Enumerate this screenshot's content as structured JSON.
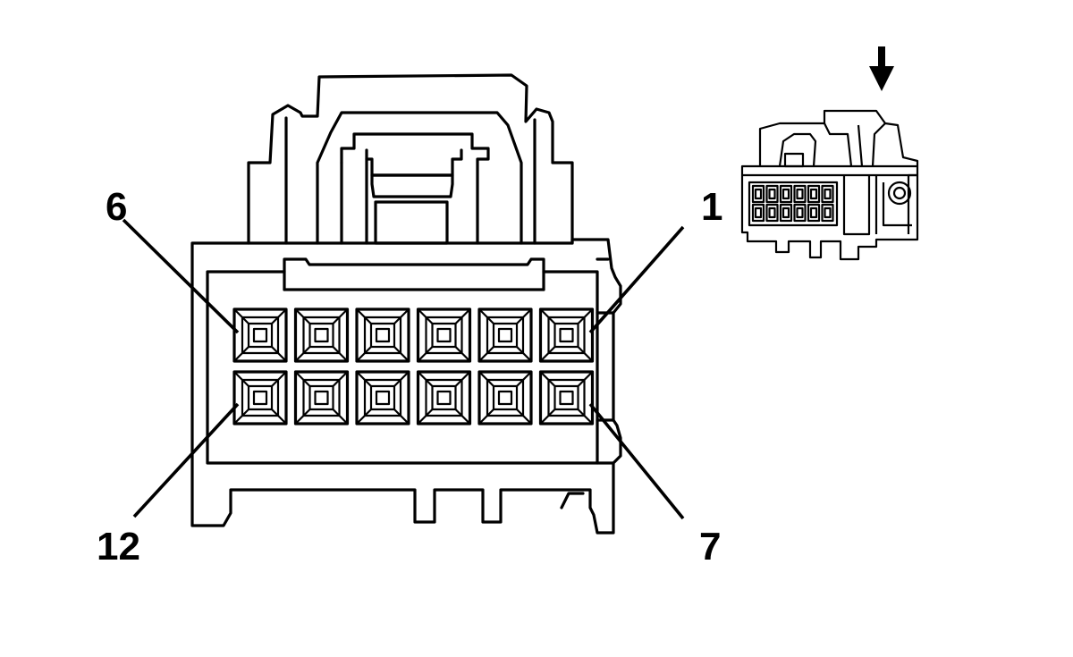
{
  "labels": {
    "pin_1": "1",
    "pin_6": "6",
    "pin_7": "7",
    "pin_12": "12"
  },
  "connector": {
    "rows": 2,
    "columns": 6,
    "pin_count": 12
  },
  "inset_view": {
    "icon": "arrow-down-icon"
  },
  "colors": {
    "line": "#000000",
    "background": "#ffffff"
  }
}
